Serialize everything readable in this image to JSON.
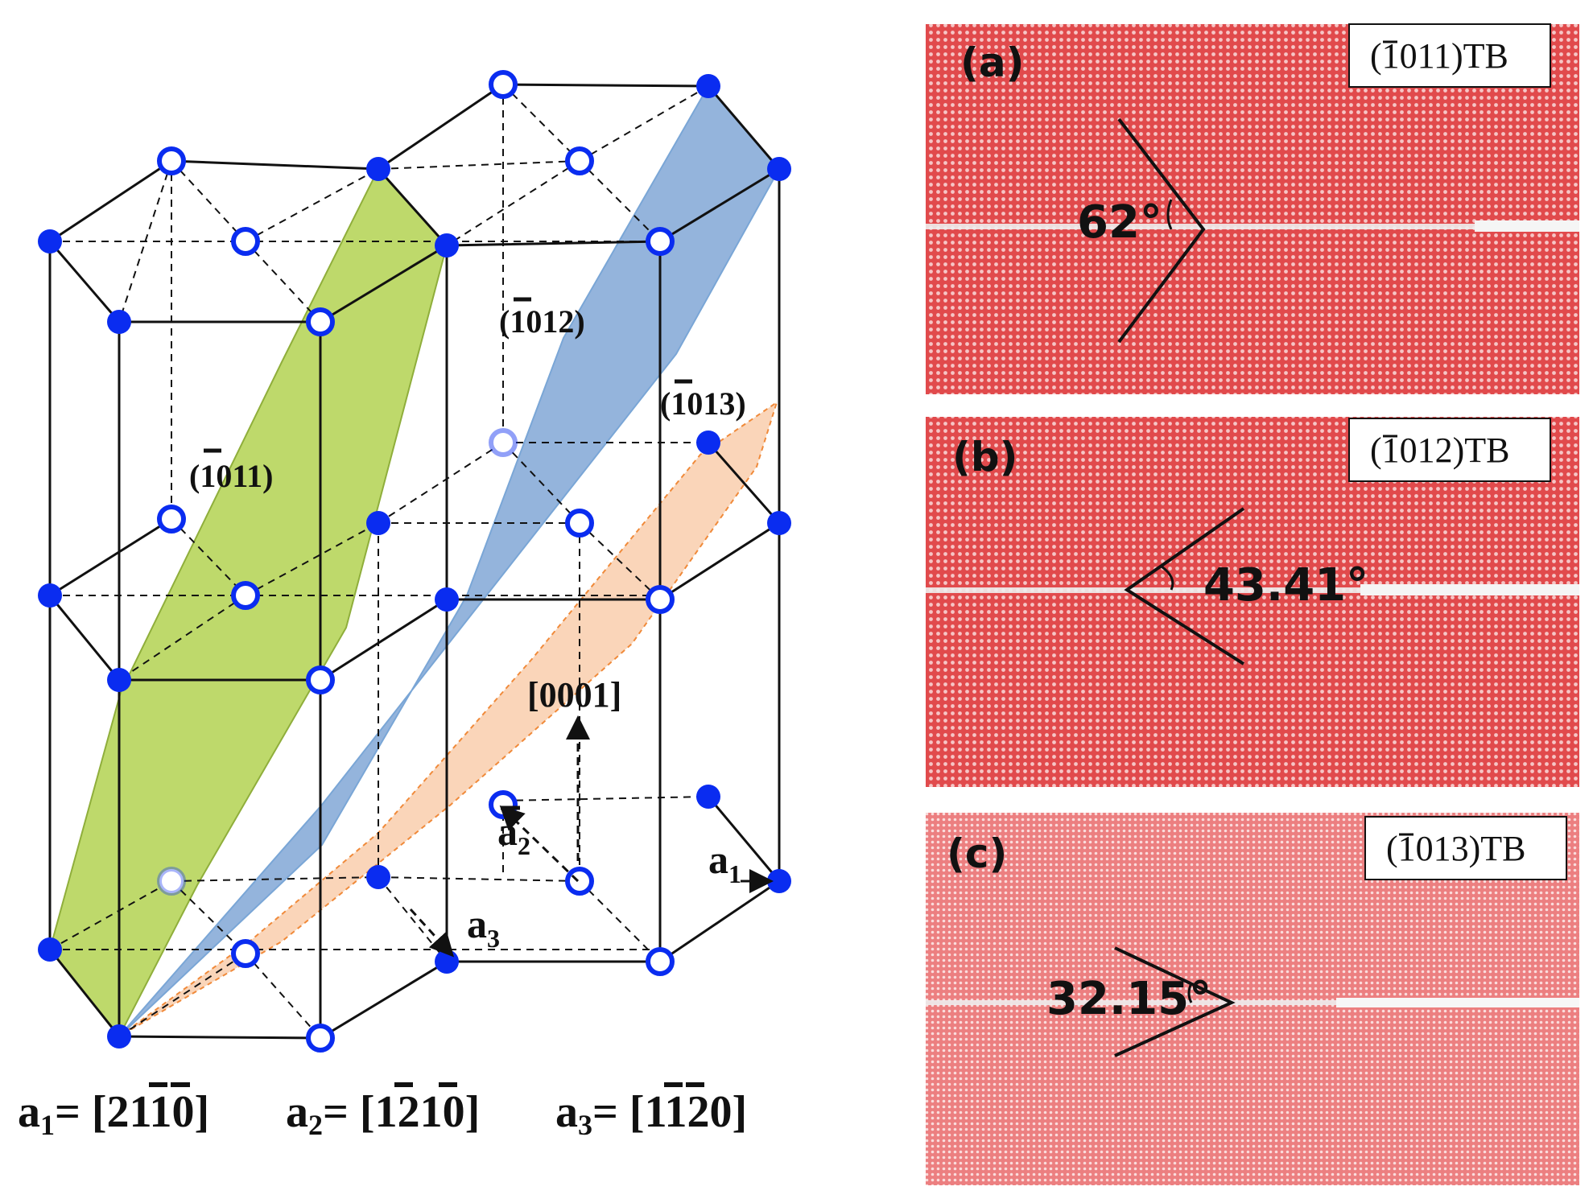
{
  "crystal": {
    "planes": {
      "p1011": {
        "label": "(1011)",
        "bar": "1",
        "rest": "011"
      },
      "p1012": {
        "label": "(1012)",
        "bar": "1",
        "rest": "012"
      },
      "p1013": {
        "label": "(1013)",
        "bar": "1",
        "rest": "013"
      }
    },
    "direction_c": "[0001]",
    "axes": {
      "a1": {
        "sym": "a",
        "sub": "1"
      },
      "a2": {
        "sym": "a",
        "sub": "2"
      },
      "a3": {
        "sym": "a",
        "sub": "3"
      }
    },
    "definitions": [
      {
        "sym": "a",
        "sub": "1",
        "eq": "= [2",
        "b1": "1",
        "b2": "1",
        "tail": "0]"
      },
      {
        "sym": "a",
        "sub": "2",
        "eq": "= [",
        "b1": "1",
        "mid": "2",
        "b2": "1",
        "tail": "0]"
      },
      {
        "sym": "a",
        "sub": "3",
        "eq": "= [",
        "b1": "1",
        "b2": "1",
        "tail": "20]"
      }
    ],
    "colors": {
      "plane_1011": "#a8cc3a",
      "plane_1012": "#5b8cc9",
      "plane_1013": "#f6b98b",
      "atom": "#0a2cf0"
    }
  },
  "panels": [
    {
      "id": "a",
      "label": "(a)",
      "tb_bar": "1",
      "tb_rest": "011)TB",
      "angle": "62°",
      "bg": "#e8585a"
    },
    {
      "id": "b",
      "label": "(b)",
      "tb_bar": "1",
      "tb_rest": "012)TB",
      "angle": "43.41°",
      "bg": "#e8585a"
    },
    {
      "id": "c",
      "label": "(c)",
      "tb_bar": "1",
      "tb_rest": "013)TB",
      "angle": "32.15°",
      "bg": "#ef8a8a"
    }
  ]
}
